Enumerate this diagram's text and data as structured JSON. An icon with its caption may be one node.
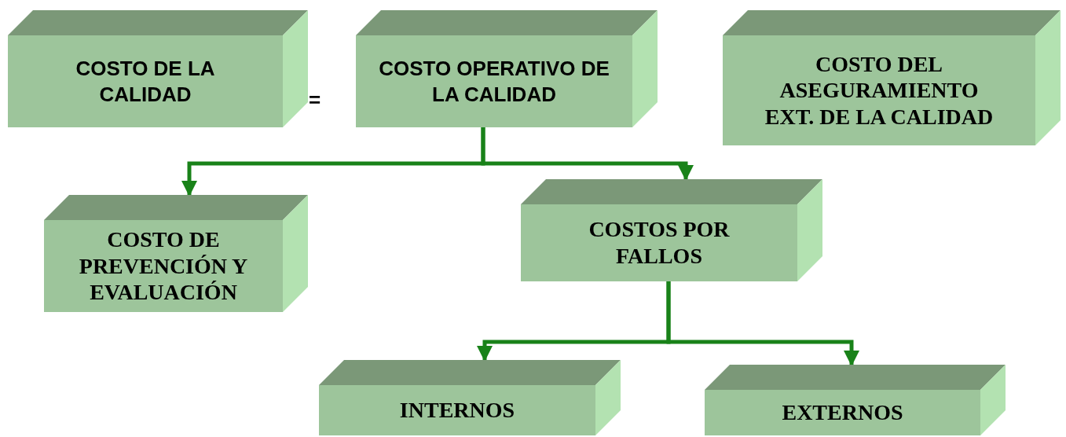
{
  "diagram": {
    "nodes": [
      {
        "text": [
          "COSTO DE LA CALIDAD"
        ]
      },
      {
        "text": [
          "COSTO OPERATIVO DE LA CALIDAD"
        ]
      },
      {
        "text": [
          "COSTO DEL ASEGURAMIENTO EXT. DE LA CALIDAD"
        ]
      },
      {
        "text": [
          "COSTO DE PREVENCIÓN Y EVALUACIÓN"
        ]
      },
      {
        "text": [
          "COSTOS POR FALLOS"
        ]
      },
      {
        "text": [
          "INTERNOS"
        ]
      },
      {
        "text": [
          "EXTERNOS"
        ]
      }
    ],
    "edges": [
      {
        "from": 1,
        "to": 3,
        "arrow": "to"
      },
      {
        "from": 1,
        "to": 4,
        "arrow": "to"
      },
      {
        "from": 4,
        "to": 5,
        "arrow": "to"
      },
      {
        "from": 4,
        "to": 6,
        "arrow": "to"
      }
    ],
    "labels": [
      "="
    ]
  }
}
